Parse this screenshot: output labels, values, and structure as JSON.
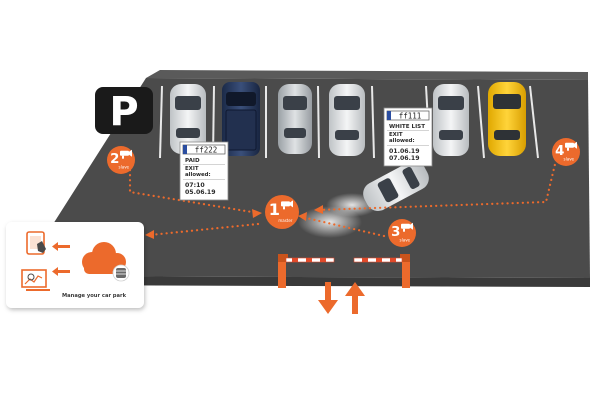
{
  "parking_sign": {
    "letter": "P"
  },
  "colors": {
    "accent": "#ec6a2c",
    "asphalt": "#4a4a4a",
    "asphalt_side": "#5c5c5c",
    "panel_bg": "#ffffff"
  },
  "cameras": [
    {
      "number": "1",
      "role": "master"
    },
    {
      "number": "2",
      "role": "slave"
    },
    {
      "number": "3",
      "role": "slave"
    },
    {
      "number": "4",
      "role": "slave"
    }
  ],
  "tickets": [
    {
      "plate": "ff222",
      "status": "PAID",
      "exit_label": "EXIT",
      "allowed_label": "allowed:",
      "line1": "07:10",
      "line2": "05.06.19"
    },
    {
      "plate": "ff111",
      "status": "WHITE LIST",
      "exit_label": "EXIT",
      "allowed_label": "allowed:",
      "line1": "01.06.19",
      "line2": "07.06.19"
    }
  ],
  "management_panel": {
    "caption": "Manage your car park",
    "icons": [
      "tablet-touch-icon",
      "computer-chart-icon",
      "cloud-icon",
      "database-icon"
    ]
  },
  "traffic_arrows": [
    "down-arrow-icon",
    "up-arrow-icon"
  ]
}
